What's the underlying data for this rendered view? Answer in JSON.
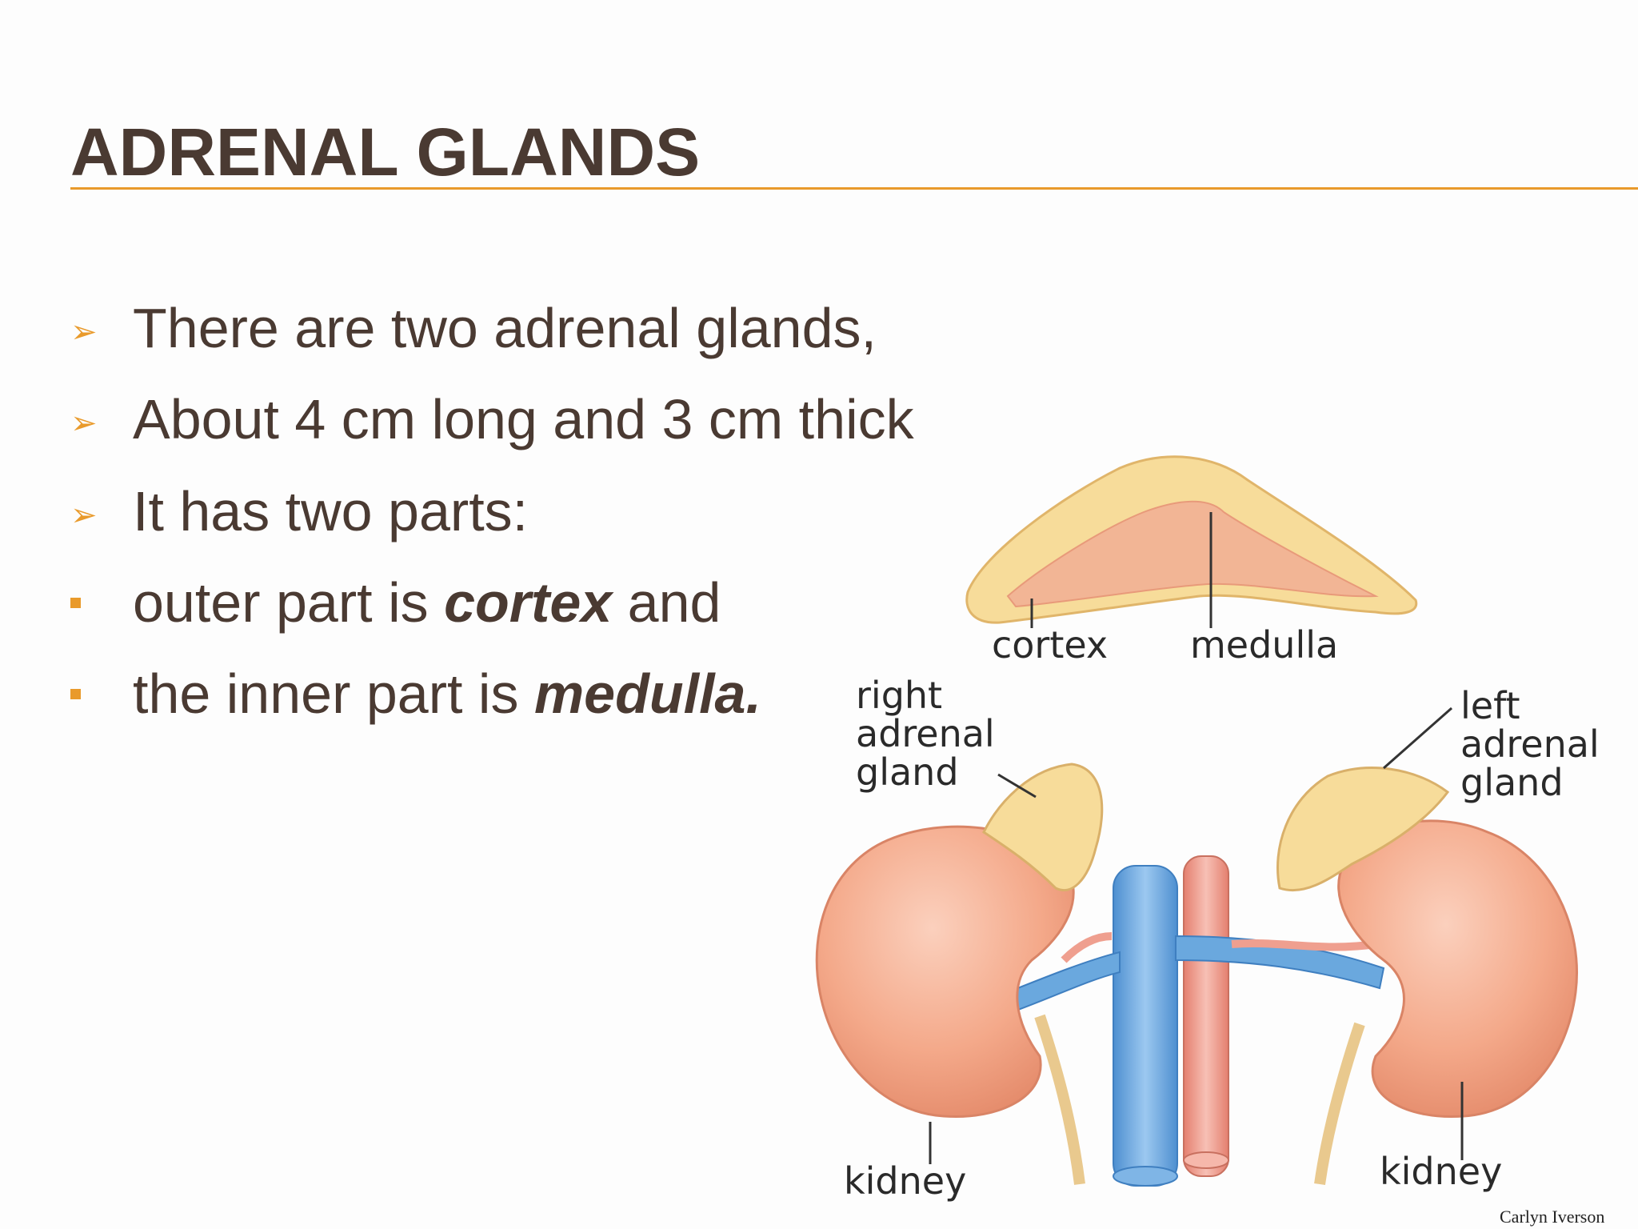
{
  "slide": {
    "title": "ADRENAL GLANDS",
    "bullets": [
      {
        "type": "arrow",
        "text": "There are two adrenal glands,"
      },
      {
        "type": "arrow",
        "text": "About 4 cm long and 3 cm thick"
      },
      {
        "type": "arrow",
        "text": "It has two parts:"
      },
      {
        "type": "square",
        "prefix": "outer part is ",
        "emphasis": "cortex",
        "suffix": " and"
      },
      {
        "type": "square",
        "prefix": "the inner part is ",
        "emphasis": "medulla.",
        "suffix": ""
      }
    ],
    "colors": {
      "accent": "#e99a2b",
      "text": "#4a3a32"
    }
  },
  "figure": {
    "labels": {
      "cortex": "cortex",
      "medulla": "medulla",
      "right_gland": [
        "right",
        "adrenal",
        "gland"
      ],
      "left_gland": [
        "left",
        "adrenal",
        "gland"
      ],
      "kidney_left": "kidney",
      "kidney_right": "kidney",
      "credit": "Carlyn Iverson"
    },
    "colors": {
      "gland_cortex": "#f7dc9a",
      "gland_medulla": "#f2b595",
      "kidney": "#f4a98a",
      "vein": "#6aa8de",
      "artery": "#ef9f8f"
    }
  }
}
